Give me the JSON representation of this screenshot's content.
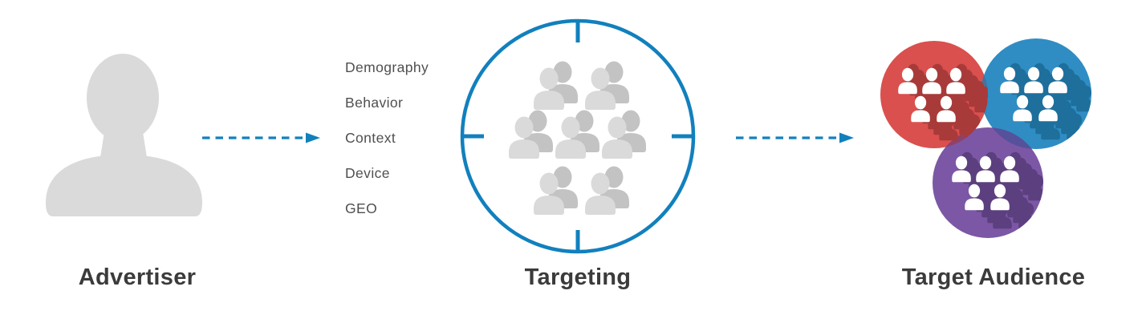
{
  "advertiser": {
    "label": "Advertiser"
  },
  "targeting": {
    "label": "Targeting",
    "criteria": [
      "Demography",
      "Behavior",
      "Context",
      "Device",
      "GEO"
    ],
    "crowd_people_count": 7
  },
  "target_audience": {
    "label": "Target Audience",
    "groups": [
      {
        "name": "red",
        "color": "#D9504E",
        "shadow_color": "#A93A3A",
        "people_count": 5
      },
      {
        "name": "blue",
        "color": "#2F8DC3",
        "shadow_color": "#1E6F9B",
        "people_count": 5
      },
      {
        "name": "purple",
        "color": "#7B57A5",
        "shadow_color": "#5C3F7E",
        "people_count": 5
      }
    ]
  },
  "colors": {
    "accent-blue": "#1380BE",
    "label-dark": "#3B3B3B",
    "criteria-gray": "#4F4F4F",
    "silhouette-light": "#DADADA",
    "silhouette-mid": "#C3C3C3",
    "group-red": "#D9504E",
    "group-red-shadow": "#A93A3A",
    "group-blue": "#2F8DC3",
    "group-blue-shadow": "#1E6F9B",
    "group-purple": "#7B57A5",
    "group-purple-shadow": "#5C3F7E",
    "overlap-red-blue": "#45739D",
    "overlap-red-purple": "#8E4169",
    "overlap-blue-purple": "#55519B"
  }
}
